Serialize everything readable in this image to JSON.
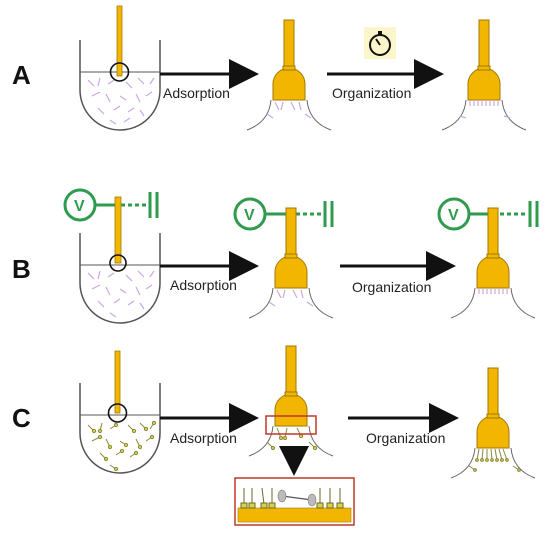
{
  "rows": [
    {
      "id": "A",
      "label": "A",
      "step1": "Adsorption",
      "step2": "Organization"
    },
    {
      "id": "B",
      "label": "B",
      "step1": "Adsorption",
      "step2": "Organization"
    },
    {
      "id": "C",
      "label": "C",
      "step1": "Adsorption",
      "step2": "Organization"
    }
  ],
  "voltage_symbol": "V",
  "colors": {
    "electrode": "#f2b600",
    "electrode_stroke": "#a07a00",
    "molecule": "#c9a8e0",
    "voltage": "#2e9b4e",
    "inset_border": "#c0392b",
    "timer_bg": "#fbf6c9"
  }
}
